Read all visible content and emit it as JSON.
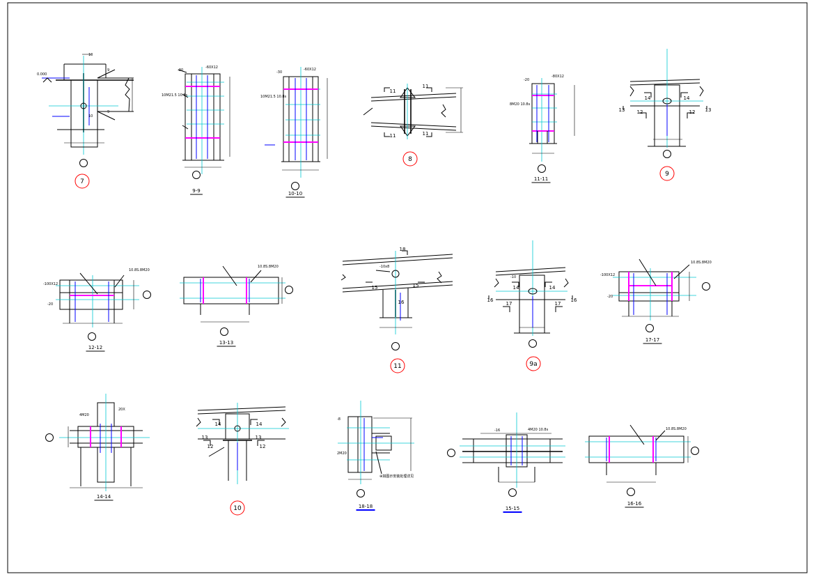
{
  "details": [
    {
      "id": "d7",
      "mark": "7",
      "mark_style": "red"
    },
    {
      "id": "d9-9",
      "title": "9-9",
      "title_style": "black"
    },
    {
      "id": "d10-10",
      "title": "10-10",
      "title_style": "black"
    },
    {
      "id": "d8",
      "mark": "8",
      "mark_style": "red",
      "cut_labels": [
        "11",
        "11",
        "11",
        "11"
      ]
    },
    {
      "id": "d11-11",
      "title": "11-11",
      "title_style": "black"
    },
    {
      "id": "d9",
      "mark": "9",
      "mark_style": "red",
      "cut_labels": [
        "14",
        "14",
        "13",
        "13",
        "12",
        "12"
      ]
    },
    {
      "id": "d12-12",
      "title": "12-12",
      "title_style": "black"
    },
    {
      "id": "d13-13",
      "title": "13-13",
      "title_style": "black"
    },
    {
      "id": "d11",
      "mark": "11",
      "mark_style": "red",
      "cut_labels": [
        "18",
        "15",
        "15",
        "16"
      ]
    },
    {
      "id": "d9a",
      "mark": "9a",
      "mark_style": "red",
      "cut_labels": [
        "14",
        "14",
        "16",
        "16",
        "17",
        "17"
      ]
    },
    {
      "id": "d17-17",
      "title": "17-17",
      "title_style": "black"
    },
    {
      "id": "d14-14",
      "title": "14-14",
      "title_style": "black"
    },
    {
      "id": "d10",
      "mark": "10",
      "mark_style": "red",
      "cut_labels": [
        "14",
        "14",
        "13",
        "13",
        "12",
        "12"
      ]
    },
    {
      "id": "d18-18",
      "title": "18-18",
      "title_style": "blue"
    },
    {
      "id": "d15-15",
      "title": "15-15",
      "title_style": "blue"
    },
    {
      "id": "d16-16",
      "title": "16-16",
      "title_style": "black"
    }
  ],
  "colors": {
    "line": "#000000",
    "centerline": "#00c8d2",
    "dimension": "#0000ff",
    "plate": "#ff00ff",
    "mark": "#ff0000"
  }
}
